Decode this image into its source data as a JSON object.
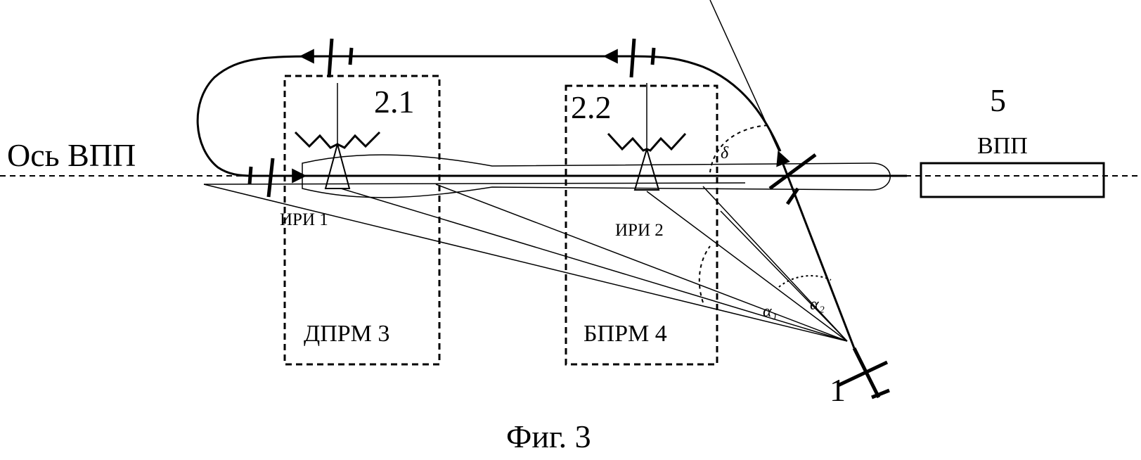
{
  "labels": {
    "runway_axis": "Ось ВПП",
    "marker_outer_id": "2.1",
    "marker_inner_id": "2.2",
    "runway_number": "5",
    "runway": "ВПП",
    "emitter_1": "ИРИ 1",
    "emitter_2": "ИРИ 2",
    "outer_marker": "ДПРМ 3",
    "inner_marker": "БПРМ 4",
    "aircraft_number": "1",
    "angle_delta": "δ",
    "angle_alpha1": "α₁",
    "angle_alpha2": "α₂"
  },
  "caption": "Фиг. 3"
}
